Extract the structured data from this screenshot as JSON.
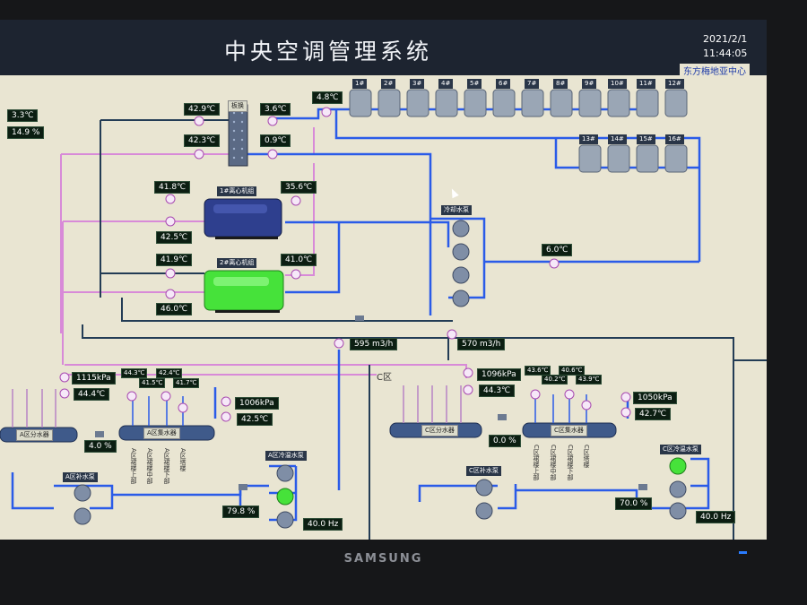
{
  "header": {
    "title": "中央空调管理系统",
    "date": "2021/2/1",
    "time": "11:44:05",
    "company": "东方梅地亚中心"
  },
  "ambient": {
    "temp": "3.3℃",
    "humidity": "14.9 %"
  },
  "separator": {
    "label": "板换"
  },
  "temps": {
    "t_sep_in_top": "42.9℃",
    "t_sep_in_bot": "42.3℃",
    "t_sep_out_top": "3.6℃",
    "t_sep_out_bot": "0.9℃",
    "t_tower_supply": "4.8℃",
    "ch1_in": "41.8℃",
    "ch1_right": "35.6℃",
    "ch1_out": "42.5℃",
    "ch2_in": "41.9℃",
    "ch2_right": "41.0℃",
    "ch2_out": "46.0℃",
    "cool_return": "6.0℃"
  },
  "chillers": [
    {
      "label": "1#离心机组"
    },
    {
      "label": "2#离心机组"
    }
  ],
  "cooling_pumps": {
    "label": "冷却水泵"
  },
  "towers": {
    "row1": [
      "1#",
      "2#",
      "3#",
      "4#",
      "5#",
      "6#",
      "7#",
      "8#",
      "9#",
      "10#",
      "11#",
      "12#"
    ],
    "row2": [
      "13#",
      "14#",
      "15#",
      "16#"
    ]
  },
  "flows": {
    "left": "595 m3/h",
    "right": "570 m3/h"
  },
  "zoneA": {
    "pressure": "1115kPa",
    "supply_temp": "44.4℃",
    "collector": "A区分水器",
    "distributor": "A区集水器",
    "valve_pct": "4.0 %",
    "branch_temps": [
      "44.3℃",
      "41.5℃",
      "42.4℃",
      "41.7℃"
    ],
    "return_pressure": "1006kPa",
    "return_temp": "42.5℃",
    "branches": [
      "A区裙楼上部",
      "A区裙楼中部",
      "A区裙楼下部",
      "A区塔楼"
    ],
    "makeup_pump": "A区补水泵",
    "hot_pump": "A区冷温水泵",
    "bypass_pct": "79.8 %",
    "freq": "40.0 Hz"
  },
  "zoneC": {
    "title": "C区",
    "pressure": "1096kPa",
    "supply_temp": "44.3℃",
    "collector": "C区分水器",
    "distributor": "C区集水器",
    "valve_pct": "0.0 %",
    "branch_temps": [
      "43.6℃",
      "40.2℃",
      "40.6℃",
      "43.9℃"
    ],
    "return_pressure": "1050kPa",
    "return_temp": "42.7℃",
    "branches": [
      "C区裙楼上部",
      "C区裙楼中部",
      "C区裙楼下部",
      "C区塔楼"
    ],
    "makeup_pump": "C区补水泵",
    "hot_pump": "C区冷温水泵",
    "bypass_pct": "70.0 %",
    "freq": "40.0 Hz"
  },
  "monitor": {
    "brand": "SAMSUNG"
  },
  "colors": {
    "pipe_blue": "#2a5be8",
    "pipe_pink": "#d88ad8",
    "pipe_dark": "#233c55",
    "chiller_blue": "#2e3f8e",
    "chiller_green": "#46e23a"
  }
}
